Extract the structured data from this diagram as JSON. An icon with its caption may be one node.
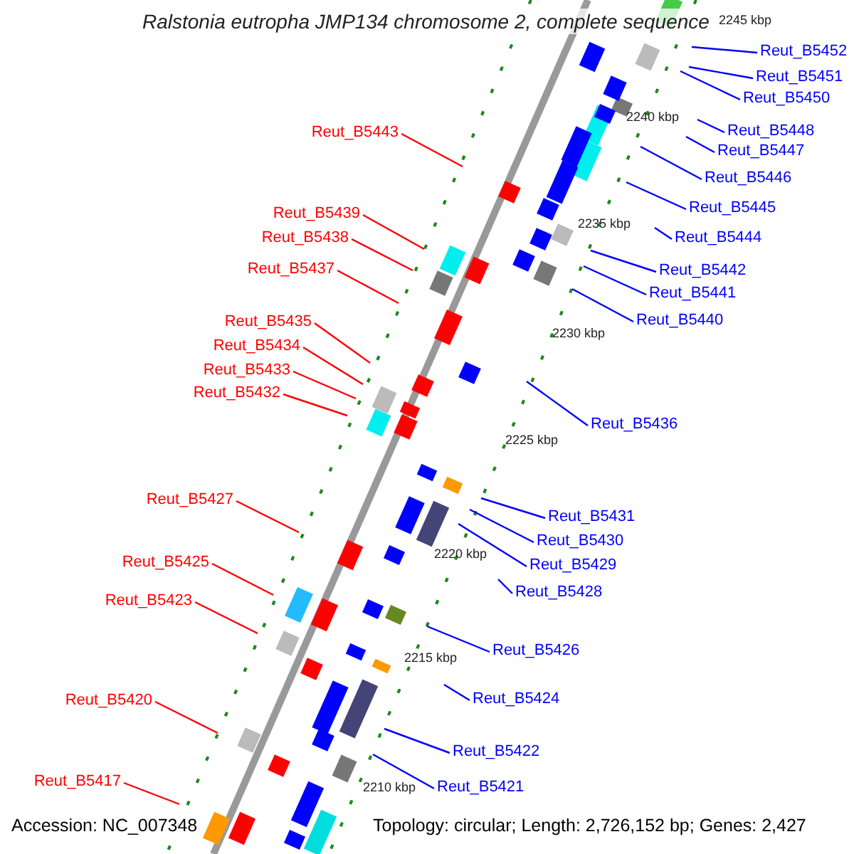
{
  "diagram": {
    "title": "Ralstonia eutropha JMP134 chromosome 2, complete sequence",
    "nodes": [
      {
        "text": [
          "Reut_B5452"
        ]
      },
      {
        "text": [
          "Reut_B5451"
        ]
      },
      {
        "text": [
          "Reut_B5450"
        ]
      },
      {
        "text": [
          "Reut_B5448"
        ]
      },
      {
        "text": [
          "Reut_B5443"
        ]
      },
      {
        "text": [
          "Reut_B5447"
        ]
      },
      {
        "text": [
          "Reut_B5446"
        ]
      },
      {
        "text": [
          "Reut_B5445"
        ]
      },
      {
        "text": [
          "Reut_B5439"
        ]
      },
      {
        "text": [
          "Reut_B5438"
        ]
      },
      {
        "text": [
          "Reut_B5444"
        ]
      },
      {
        "text": [
          "Reut_B5437"
        ]
      },
      {
        "text": [
          "Reut_B5442"
        ]
      },
      {
        "text": [
          "Reut_B5441"
        ]
      },
      {
        "text": [
          "Reut_B5435"
        ]
      },
      {
        "text": [
          "Reut_B5440"
        ]
      },
      {
        "text": [
          "Reut_B5434"
        ]
      },
      {
        "text": [
          "Reut_B5433"
        ]
      },
      {
        "text": [
          "Reut_B5432"
        ]
      },
      {
        "text": [
          "Reut_B5436"
        ]
      },
      {
        "text": [
          "Reut_B5427"
        ]
      },
      {
        "text": [
          "Reut_B5431"
        ]
      },
      {
        "text": [
          "Reut_B5430"
        ]
      },
      {
        "text": [
          "Reut_B5425"
        ]
      },
      {
        "text": [
          "Reut_B5429"
        ]
      },
      {
        "text": [
          "Reut_B5428"
        ]
      },
      {
        "text": [
          "Reut_B5423"
        ]
      },
      {
        "text": [
          "Reut_B5426"
        ]
      },
      {
        "text": [
          "Reut_B5424"
        ]
      },
      {
        "text": [
          "Reut_B5420"
        ]
      },
      {
        "text": [
          "Reut_B5422"
        ]
      },
      {
        "text": [
          "Reut_B5417"
        ]
      },
      {
        "text": [
          "Reut_B5421"
        ]
      }
    ],
    "edges": [
      {
        "from": 0,
        "to": null,
        "arrow": "none"
      },
      {
        "from": 1,
        "to": null,
        "arrow": "none"
      },
      {
        "from": 2,
        "to": null,
        "arrow": "none"
      },
      {
        "from": 3,
        "to": null,
        "arrow": "none"
      },
      {
        "from": 4,
        "to": null,
        "arrow": "none",
        "color": "#ff0000"
      },
      {
        "from": 5,
        "to": null,
        "arrow": "none"
      },
      {
        "from": 6,
        "to": null,
        "arrow": "none"
      },
      {
        "from": 7,
        "to": null,
        "arrow": "none"
      },
      {
        "from": 8,
        "to": null,
        "arrow": "none",
        "color": "#ff0000"
      },
      {
        "from": 9,
        "to": null,
        "arrow": "none",
        "color": "#ff0000"
      },
      {
        "from": 10,
        "to": null,
        "arrow": "none"
      },
      {
        "from": 11,
        "to": null,
        "arrow": "none",
        "color": "#ff0000"
      },
      {
        "from": 12,
        "to": null,
        "arrow": "none"
      },
      {
        "from": 13,
        "to": null,
        "arrow": "none"
      },
      {
        "from": 14,
        "to": null,
        "arrow": "none",
        "color": "#ff0000"
      },
      {
        "from": 15,
        "to": null,
        "arrow": "none"
      },
      {
        "from": 16,
        "to": null,
        "arrow": "none",
        "color": "#ff0000"
      },
      {
        "from": 17,
        "to": null,
        "arrow": "none",
        "color": "#ff0000"
      },
      {
        "from": 18,
        "to": null,
        "arrow": "none",
        "color": "#ff0000"
      },
      {
        "from": 19,
        "to": null,
        "arrow": "none"
      },
      {
        "from": 20,
        "to": null,
        "arrow": "none",
        "color": "#ff0000"
      },
      {
        "from": 21,
        "to": null,
        "arrow": "none"
      },
      {
        "from": 22,
        "to": null,
        "arrow": "none"
      },
      {
        "from": 23,
        "to": null,
        "arrow": "none",
        "color": "#ff0000"
      },
      {
        "from": 24,
        "to": null,
        "arrow": "none"
      },
      {
        "from": 25,
        "to": null,
        "arrow": "none"
      },
      {
        "from": 26,
        "to": null,
        "arrow": "none",
        "color": "#ff0000"
      },
      {
        "from": 27,
        "to": null,
        "arrow": "none"
      },
      {
        "from": 28,
        "to": null,
        "arrow": "none"
      },
      {
        "from": 29,
        "to": null,
        "arrow": "none",
        "color": "#ff0000"
      },
      {
        "from": 30,
        "to": null,
        "arrow": "none"
      },
      {
        "from": 31,
        "to": null,
        "arrow": "none",
        "color": "#ff0000"
      },
      {
        "from": 32,
        "to": null,
        "arrow": "none"
      }
    ],
    "labels": [
      "2245 kbp",
      "2240 kbp",
      "2235 kbp",
      "2230 kbp",
      "2225 kbp",
      "2220 kbp",
      "2215 kbp",
      "2210 kbp",
      "Accession: NC_007348",
      "Topology: circular; Length: 2,726,152 bp; Genes: 2,427"
    ]
  }
}
